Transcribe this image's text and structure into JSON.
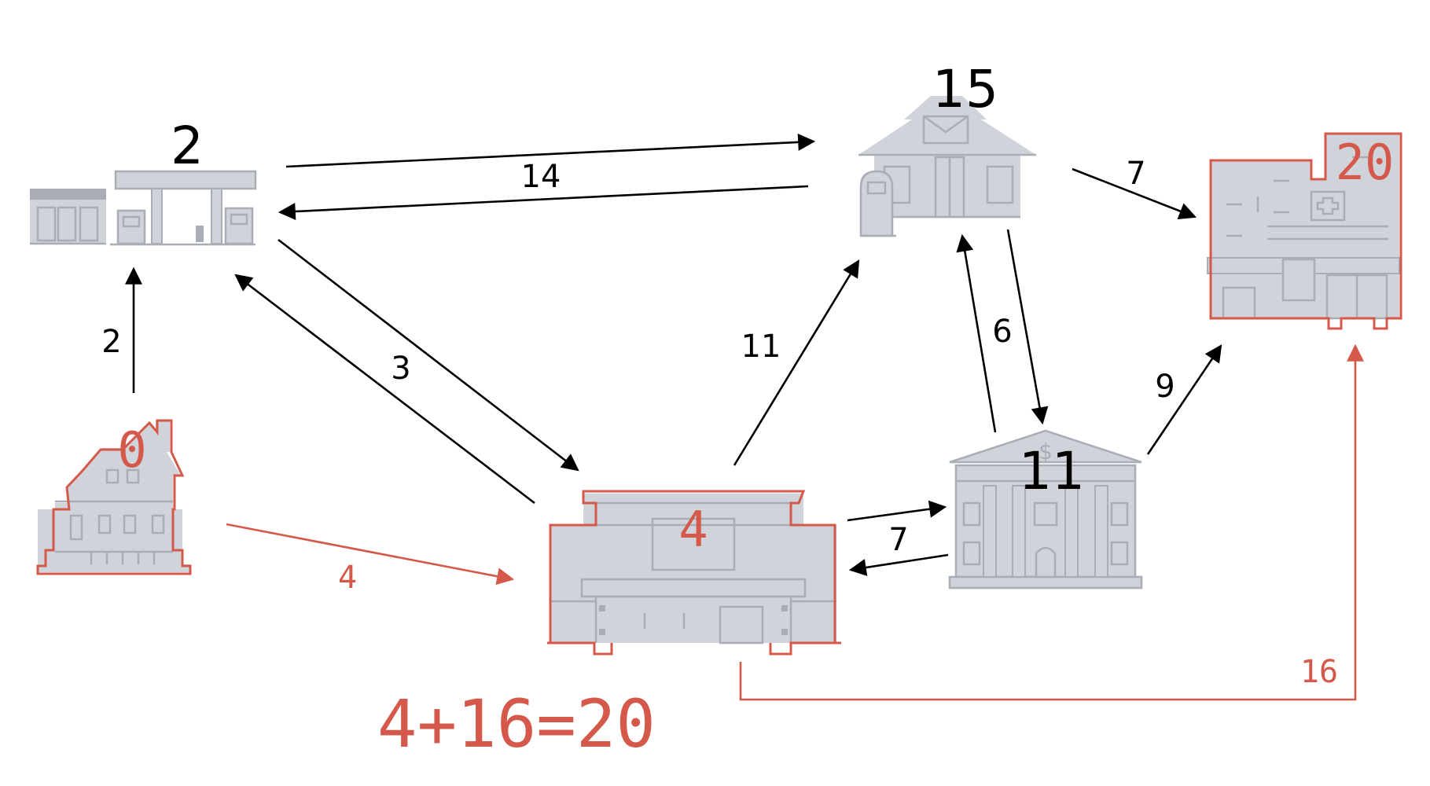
{
  "colors": {
    "highlight": "#d4594b",
    "building_fill": "#d0d3d9",
    "building_line": "#a9adb6",
    "edge": "#000000"
  },
  "nodes": {
    "house": {
      "icon": "house-icon",
      "distance": "0",
      "highlighted": true
    },
    "gas_station": {
      "icon": "gas-station-icon",
      "distance": "2",
      "highlighted": false
    },
    "mall": {
      "icon": "mall-icon",
      "distance": "4",
      "highlighted": true
    },
    "post_office": {
      "icon": "post-office-icon",
      "distance": "15",
      "highlighted": false
    },
    "bank": {
      "icon": "bank-icon",
      "distance": "11",
      "highlighted": false
    },
    "hospital": {
      "icon": "hospital-icon",
      "distance": "20",
      "highlighted": true
    }
  },
  "edges": [
    {
      "id": "house-gas",
      "from": "house",
      "to": "gas_station",
      "weight": "2",
      "highlighted": false
    },
    {
      "id": "house-mall",
      "from": "house",
      "to": "mall",
      "weight": "4",
      "highlighted": true
    },
    {
      "id": "gas-post",
      "from": "gas_station",
      "to": "post_office",
      "weight": "14",
      "highlighted": false
    },
    {
      "id": "post-gas",
      "from": "post_office",
      "to": "gas_station",
      "weight": "",
      "highlighted": false
    },
    {
      "id": "gas-mall",
      "from": "gas_station",
      "to": "mall",
      "weight": "3",
      "highlighted": false
    },
    {
      "id": "mall-gas",
      "from": "mall",
      "to": "gas_station",
      "weight": "",
      "highlighted": false
    },
    {
      "id": "mall-post",
      "from": "mall",
      "to": "post_office",
      "weight": "11",
      "highlighted": false
    },
    {
      "id": "post-hospital",
      "from": "post_office",
      "to": "hospital",
      "weight": "7",
      "highlighted": false
    },
    {
      "id": "post-bank",
      "from": "post_office",
      "to": "bank",
      "weight": "6",
      "highlighted": false
    },
    {
      "id": "bank-post",
      "from": "bank",
      "to": "post_office",
      "weight": "",
      "highlighted": false
    },
    {
      "id": "mall-bank",
      "from": "mall",
      "to": "bank",
      "weight": "7",
      "highlighted": false
    },
    {
      "id": "bank-mall",
      "from": "bank",
      "to": "mall",
      "weight": "",
      "highlighted": false
    },
    {
      "id": "bank-hospital",
      "from": "bank",
      "to": "hospital",
      "weight": "9",
      "highlighted": false
    },
    {
      "id": "mall-hospital",
      "from": "mall",
      "to": "hospital",
      "weight": "16",
      "highlighted": true
    }
  ],
  "formula": "4+16=20"
}
